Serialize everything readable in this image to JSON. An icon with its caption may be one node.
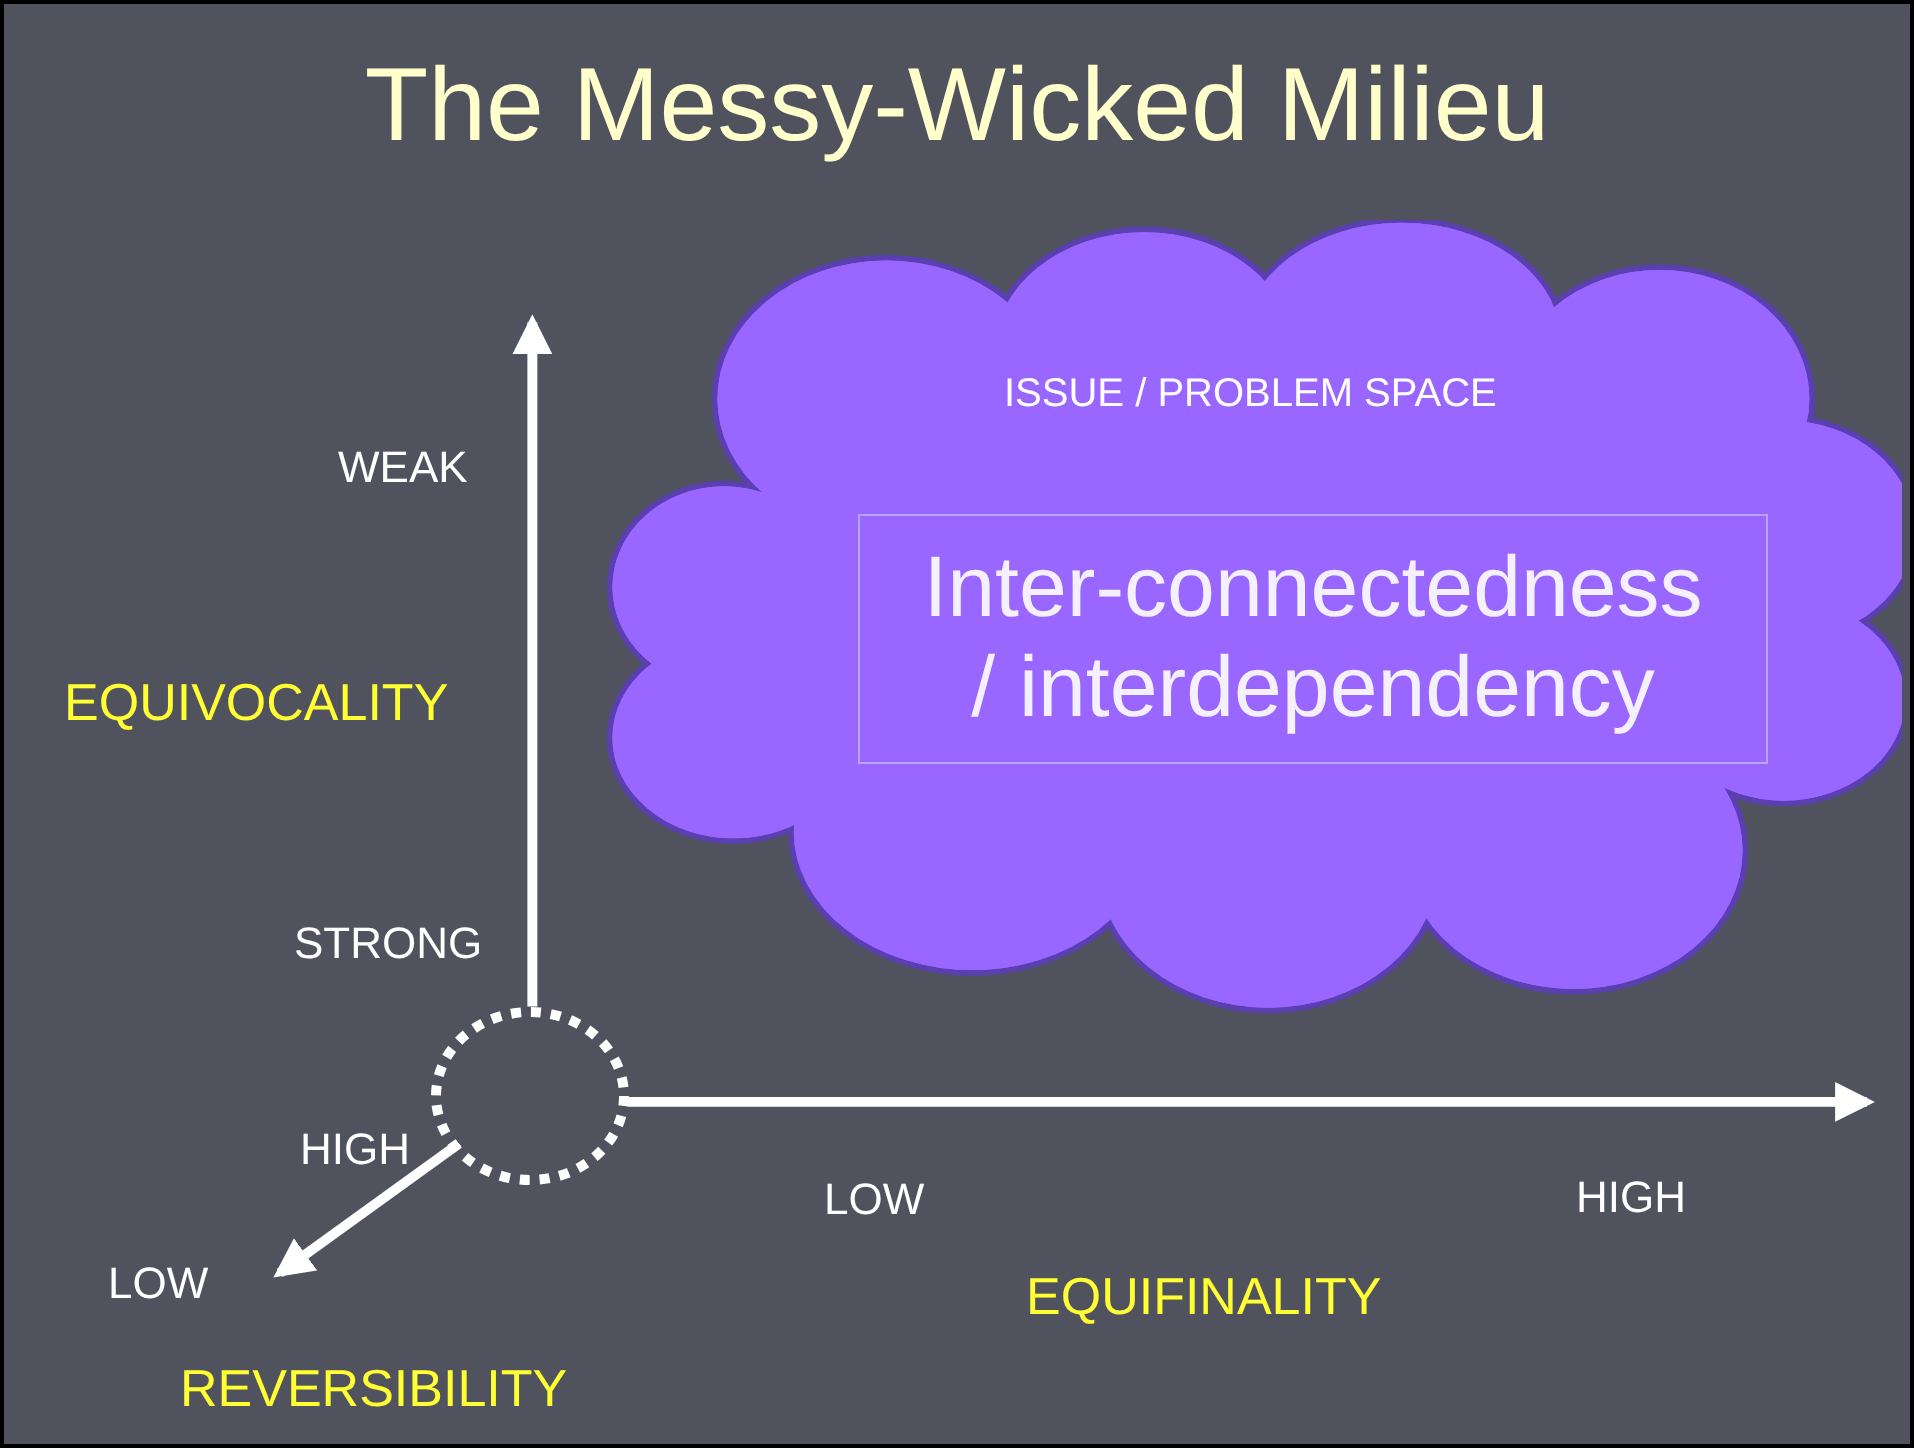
{
  "diagram": {
    "title": "The Messy-Wicked Milieu",
    "nodes": [
      {
        "text": [
          "ISSUE / PROBLEM SPACE"
        ]
      },
      {
        "text": [
          "Inter-connectedness / interdependency"
        ],
        "in": 0
      },
      {
        "text": [],
        "shape": "circle"
      }
    ],
    "edges": [
      {
        "from": 2,
        "to": null,
        "arrow": "to"
      },
      {
        "from": 2,
        "to": null,
        "arrow": "to"
      },
      {
        "from": 2,
        "to": null,
        "arrow": "to"
      }
    ],
    "labels": [
      "WEAK",
      "EQUIVOCALITY",
      "STRONG",
      "HIGH",
      "LOW",
      "HIGH",
      "LOW",
      "EQUIFINALITY",
      "REVERSIBILITY"
    ]
  }
}
